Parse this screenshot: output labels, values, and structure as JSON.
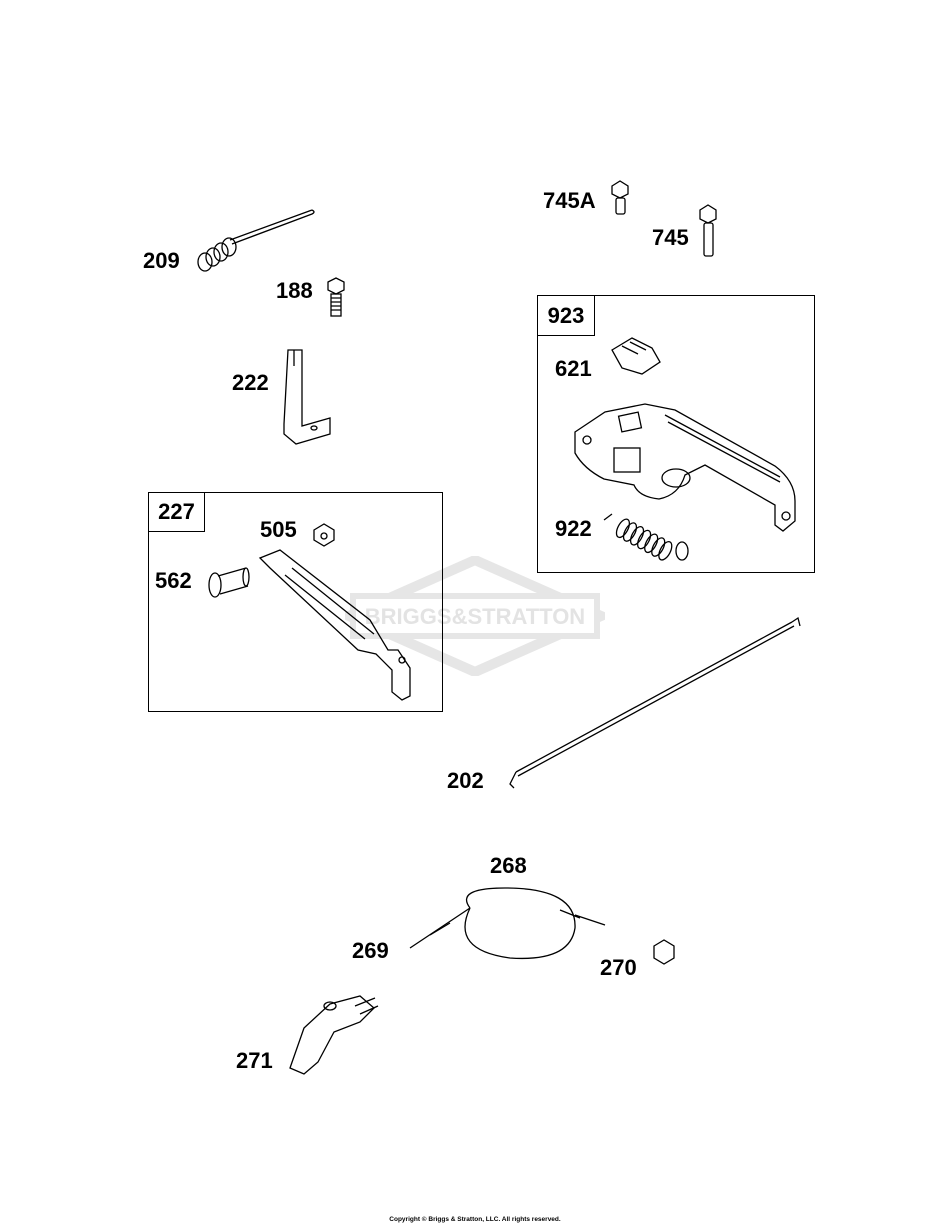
{
  "watermark": "BRIGGS & STRATTON",
  "copyright": "Copyright © Briggs & Stratton, LLC. All rights reserved.",
  "groups": [
    {
      "id": "227",
      "label": "227"
    },
    {
      "id": "923",
      "label": "923"
    }
  ],
  "parts": {
    "p209": "209",
    "p188": "188",
    "p222": "222",
    "p745A": "745A",
    "p745": "745",
    "p621": "621",
    "p922": "922",
    "p505": "505",
    "p562": "562",
    "p202": "202",
    "p268": "268",
    "p269": "269",
    "p270": "270",
    "p271": "271"
  }
}
